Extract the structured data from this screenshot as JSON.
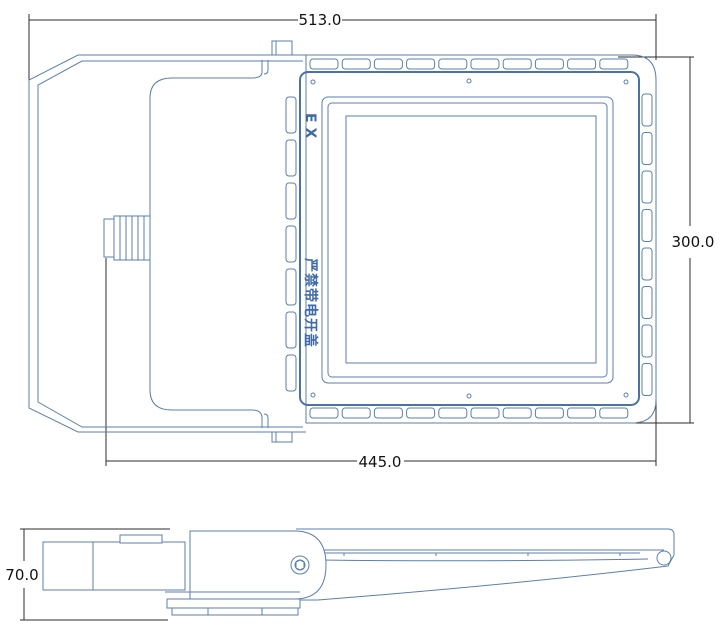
{
  "dimensions": {
    "overall_width": "513.0",
    "height": "300.0",
    "bracket_width": "445.0",
    "depth": "70.0"
  },
  "marking": {
    "ex": "E X",
    "warning": "严禁带电开盖"
  },
  "colors": {
    "outline": "#2b2b2b",
    "housing": "#5b7fae",
    "housing_bold": "#4a72a6",
    "marking": "#3f6aa8"
  }
}
